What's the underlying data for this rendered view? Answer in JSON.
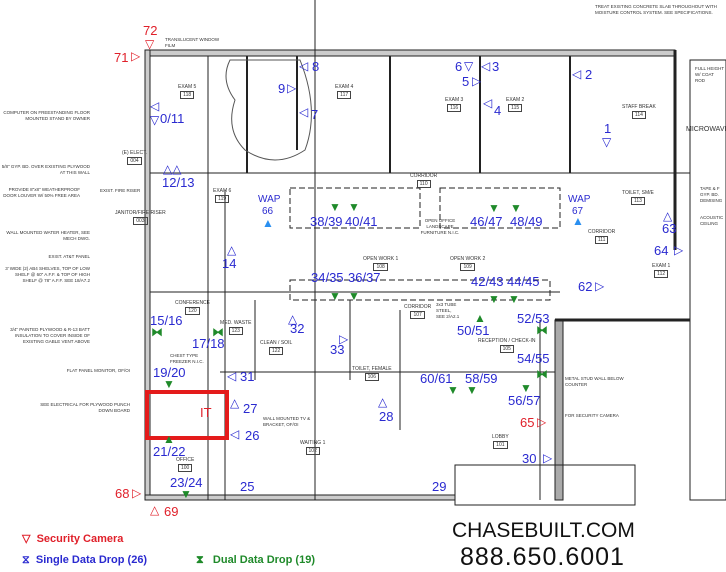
{
  "legend": {
    "security_camera": "Security Camera",
    "single_data_drop": "Single Data Drop (26)",
    "dual_data_drop": "Dual Data Drop (19)"
  },
  "branding": {
    "website": "CHASEBUILT.COM",
    "phone": "888.650.6001"
  },
  "it_room_label": "IT",
  "colors": {
    "security": "#e0202a",
    "single": "#2a2ad0",
    "dual": "#1f8a2a",
    "it_box": "#e41b1b"
  },
  "security_drops": [
    "72",
    "71",
    "65",
    "68",
    "69"
  ],
  "single_drops": [
    "1",
    "2",
    "3",
    "4",
    "5",
    "6",
    "7",
    "8",
    "9",
    "0/11",
    "12/13",
    "14",
    "25",
    "26",
    "27",
    "28",
    "29",
    "30",
    "31",
    "32",
    "33",
    "62",
    "63",
    "64",
    "WAP",
    "66",
    "WAP",
    "67"
  ],
  "dual_drops": [
    "15/16",
    "17/18",
    "19/20",
    "21/22",
    "23/24",
    "34/35",
    "36/37",
    "38/39",
    "40/41",
    "42/43",
    "44/45",
    "46/47",
    "48/49",
    "50/51",
    "52/53",
    "54/55",
    "56/57",
    "58/59",
    "60/61"
  ],
  "rooms": [
    {
      "name": "EXAM 5",
      "num": "118"
    },
    {
      "name": "EXAM 4",
      "num": "117"
    },
    {
      "name": "EXAM 3",
      "num": "116"
    },
    {
      "name": "EXAM 2",
      "num": "115"
    },
    {
      "name": "STAFF BREAK",
      "num": "114"
    },
    {
      "name": "EXAM 6",
      "num": "119"
    },
    {
      "name": "CORRIDOR",
      "num": "110"
    },
    {
      "name": "OPEN WORK 1",
      "num": "108"
    },
    {
      "name": "OPEN WORK 2",
      "num": "109"
    },
    {
      "name": "CORRIDOR",
      "num": "107"
    },
    {
      "name": "CONFERENCE",
      "num": "120"
    },
    {
      "name": "MED. WASTE",
      "num": "123"
    },
    {
      "name": "CLEAN / SOIL",
      "num": "122"
    },
    {
      "name": "RECEPTION / CHECK-IN",
      "num": "105"
    },
    {
      "name": "LOBBY",
      "num": "101"
    },
    {
      "name": "WAITING 1",
      "num": "102"
    },
    {
      "name": "OFFICE",
      "num": "100"
    },
    {
      "name": "EXAM 1",
      "num": "112"
    },
    {
      "name": "TOILET, SM/E",
      "num": "113"
    },
    {
      "name": "(E) ELECT.",
      "num": "004"
    },
    {
      "name": "JANITOR/FIRE RISER",
      "num": "003"
    },
    {
      "name": "CORRIDOR",
      "num": "111"
    },
    {
      "name": "TOILET, FEMALE",
      "num": "106"
    }
  ],
  "notes": [
    "TRANSLUCENT WINDOW FILM",
    "COMPUTER ON FREESTANDING FLOOR MOUNTED STAND BY OWNER",
    "5/8\" GYP. BD. OVER EXISTING PLYWOOD AT THIS WALL",
    "PROVIDE 8\"x8\" WEATHERPROOF DOOR LOUVER W/ 50% FREE AREA",
    "EXIST. FIRE RISER",
    "WALL MOUNTED WATER HEATER, SEE MECH DWG.",
    "EXIST. AT&T PANEL",
    "3' WIDE (2) AB4 SHELVES, TOP OF LOW SHELF @ 60\" A.F.F. & TOP OF HIGH SHELF @ 78\" A.F.F. SEE 18/A7.2",
    "3/4\" PAINTED PLYWOOD & R-13 BATT INSULATION TO COVER INSIDE OF EXISTING GABLE VENT ABOVE",
    "FLAT PANEL MONITOR, OF/OI",
    "SEE ELECTRICAL FOR PLYWOOD PUNCH DOWN BOARD",
    "WALL MOUNTED TV & BRACKET, OF/OI",
    "TREAT EXISTING CONCRETE SLAB THROUGHOUT WITH MOISTURE CONTROL SYSTEM. SEE SPECIFICATIONS.",
    "FULL HEIGHT W/ COAT ROD",
    "MICROWAVE",
    "TAPE & F GYP. BD. DEMISING",
    "ACOUSTIC CEILING",
    "OPEN OFFICE LANDSCAPE FURNITURE N.I.C.",
    "METAL STUD WALL BELOW COUNTER",
    "FOR SECURITY CAMERA",
    "3x3 TUBE STEEL, SEE 2/A2.1",
    "CHEST TYPE FREEZER N.I.C."
  ]
}
